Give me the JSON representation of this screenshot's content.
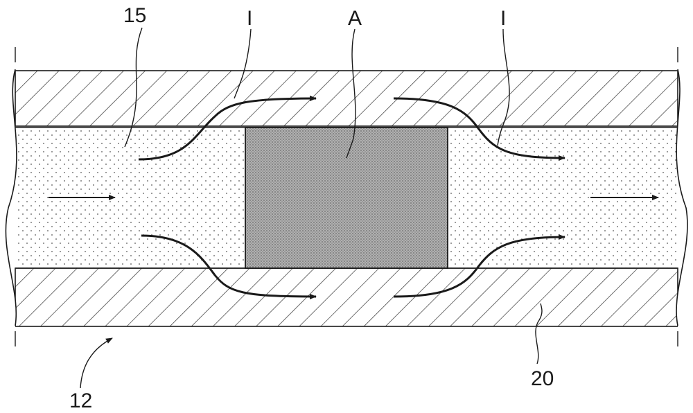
{
  "figure": {
    "labels": {
      "device": "12",
      "inner_region": "15",
      "wall": "20",
      "obstruction": "A",
      "current_upper": "I",
      "current_lower": "I"
    }
  }
}
